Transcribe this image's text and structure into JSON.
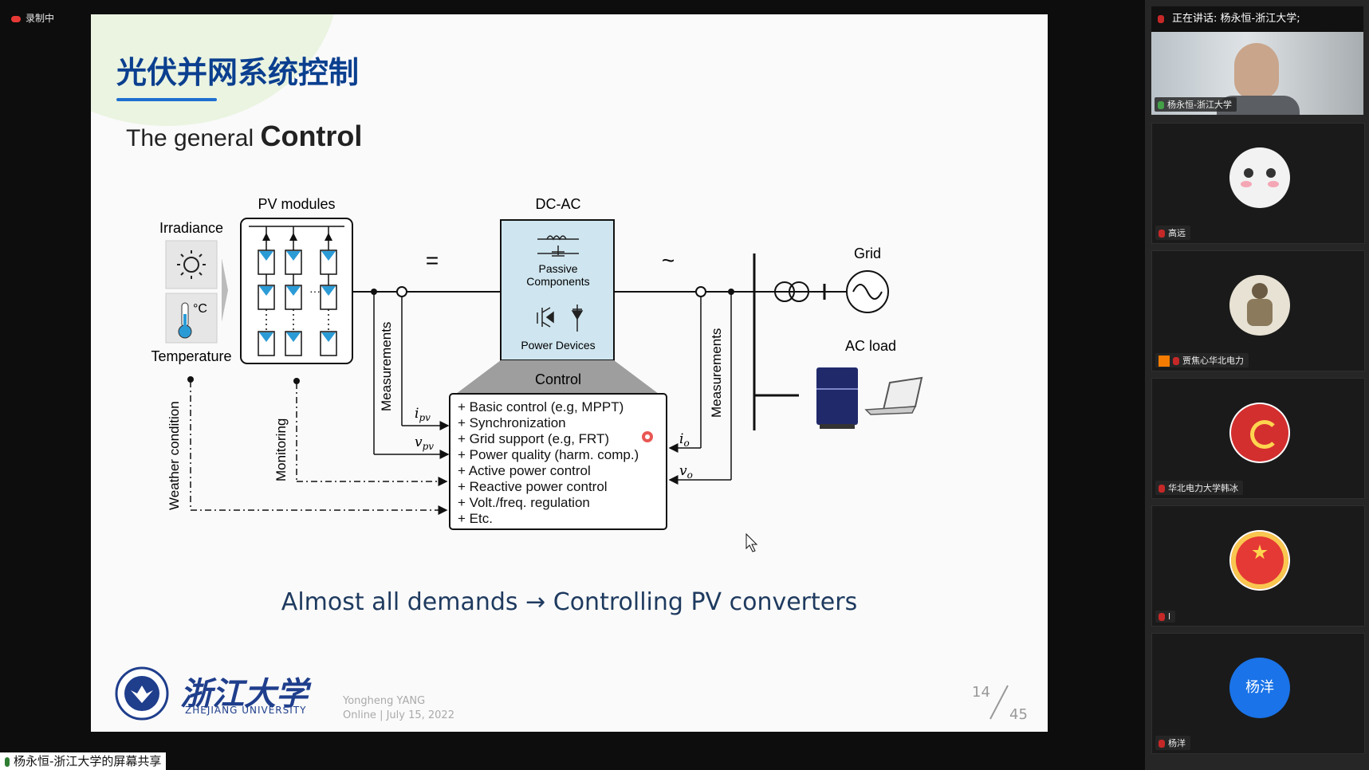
{
  "recording": {
    "label": "录制中"
  },
  "slide": {
    "title": "光伏并网系统控制",
    "subtitle_prefix": "The general",
    "subtitle_bold": "Control",
    "bottom_statement": "Almost all demands → Controlling PV converters",
    "author": "Yongheng YANG",
    "date_line": "Online | July 15, 2022",
    "page_current": "14",
    "page_total": "45",
    "university_cn": "浙江大学",
    "university_en": "ZHEJIANG UNIVERSITY",
    "diagram": {
      "pv_modules": "PV modules",
      "irradiance": "Irradiance",
      "temperature": "Temperature",
      "deg_c": "°C",
      "dcac": "DC-AC",
      "passive": "Passive",
      "components": "Components",
      "power_devices": "Power Devices",
      "grid": "Grid",
      "ac_load": "AC load",
      "control": "Control",
      "measurements": "Measurements",
      "monitoring": "Monitoring",
      "weather": "Weather condition",
      "dc_symbol": "=",
      "ac_symbol": "~",
      "dots": "···",
      "i_pv": "i",
      "v_pv": "v",
      "pv_sub": "pv",
      "i_o": "i",
      "v_o": "v",
      "o_sub": "o",
      "control_items": [
        "+ Basic control (e.g, MPPT)",
        "+ Synchronization",
        "+ Grid support (e.g, FRT)",
        "+ Power quality (harm. comp.)",
        "+ Active power control",
        "+ Reactive power control",
        "+ Volt./freq. regulation",
        "+ Etc."
      ]
    }
  },
  "share_bar": {
    "text": "杨永恒-浙江大学的屏幕共享"
  },
  "participants": {
    "speaking": "正在讲话: 杨永恒-浙江大学;",
    "presenter": "杨永恒-浙江大学",
    "tiles": [
      {
        "name": "高远"
      },
      {
        "name": "贾焦心华北电力"
      },
      {
        "name": "华北电力大学韩冰"
      },
      {
        "name": "l"
      },
      {
        "name": "杨洋",
        "avatar_text": "杨洋"
      }
    ]
  }
}
